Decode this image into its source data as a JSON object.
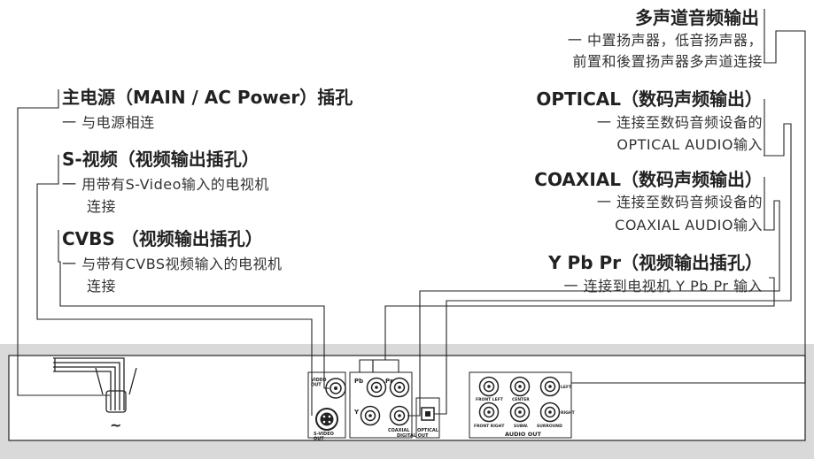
{
  "labels": {
    "multichannel": {
      "heading": "多声道音频输出",
      "desc1": "一  中置扬声器，低音扬声器，",
      "desc2": "前置和後置扬声器多声道连接"
    },
    "main_power": {
      "heading": "主电源（MAIN / AC Power）插孔",
      "desc1": "一 与电源相连"
    },
    "optical": {
      "heading": "OPTICAL（数码声频输出）",
      "desc1": "一  连接至数码音频设备的",
      "desc2": "OPTICAL AUDIO输入"
    },
    "svideo": {
      "heading": "S-视频（视频输出插孔）",
      "desc1": "一 用带有S-Video输入的电视机",
      "desc2": "连接"
    },
    "coaxial": {
      "heading": "COAXIAL（数码声频输出）",
      "desc1": "一  连接至数码音频设备的",
      "desc2": "COAXIAL AUDIO输入"
    },
    "cvbs": {
      "heading": "CVBS （视频输出插孔）",
      "desc1": "一 与带有CVBS视频输入的电视机",
      "desc2": "连接"
    },
    "ypbpr": {
      "heading": "Y Pb Pr（视频输出插孔）",
      "desc1": "一 连接到电视机 Y Pb Pr 输入"
    }
  },
  "panel_text": {
    "video_out": "VIDEO\nOUT",
    "svideo_out": "S-VIDEO\nOUT",
    "pb": "Pb",
    "pr": "Pr",
    "y": "Y",
    "coaxial": "COAXIAL",
    "optical": "OPTICAL",
    "digital_out": "DIGITAL OUT",
    "front_left": "FRONT LEFT",
    "center": "CENTER",
    "left": "LEFT",
    "front_right": "FRONT RIGHT",
    "subw": "SUBW.",
    "surround": "SURROUND",
    "right": "RIGHT",
    "audio_out": "AUDIO OUT",
    "ac_symbol": "~"
  }
}
